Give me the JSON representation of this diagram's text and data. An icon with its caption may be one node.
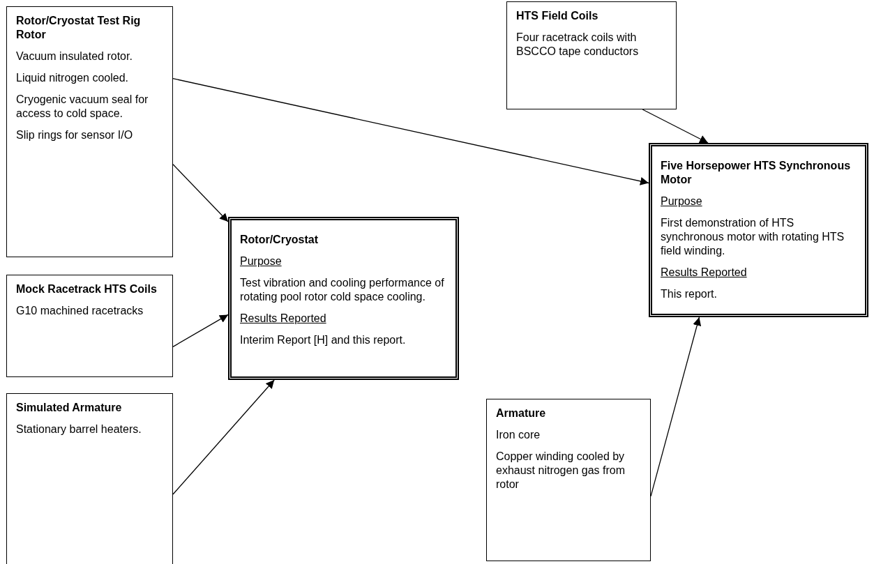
{
  "diagram": {
    "nodes": [
      {
        "text": [
          "Rotor/Cryostat Test Rig Rotor",
          "Vacuum insulated rotor.",
          "Liquid nitrogen cooled.",
          "Cryogenic vacuum seal for access to cold space.",
          "Slip rings for sensor I/O"
        ]
      },
      {
        "text": [
          "HTS Field Coils",
          "Four racetrack coils with BSCCO tape conductors"
        ]
      },
      {
        "text": [
          "Rotor/Cryostat",
          "Purpose",
          "Test vibration and cooling performance of rotating pool rotor cold space cooling.",
          "Results Reported",
          "Interim Report [H] and this report."
        ]
      },
      {
        "text": [
          "Five Horsepower HTS Synchronous Motor",
          "Purpose",
          "First demonstration of HTS synchronous motor with rotating HTS field winding.",
          "Results Reported",
          "This report."
        ]
      },
      {
        "text": [
          "Mock Racetrack HTS Coils",
          "G10 machined racetracks"
        ]
      },
      {
        "text": [
          "Armature",
          "Iron core",
          "Copper winding cooled by exhaust nitrogen gas from rotor"
        ]
      },
      {
        "text": [
          "Simulated Armature",
          "Stationary barrel heaters."
        ]
      }
    ],
    "edges": [
      {
        "from": 0,
        "to": 3,
        "arrow": "to"
      },
      {
        "from": 1,
        "to": 3,
        "arrow": "to"
      },
      {
        "from": 0,
        "to": 2,
        "arrow": "to"
      },
      {
        "from": 4,
        "to": 2,
        "arrow": "to"
      },
      {
        "from": 6,
        "to": 2,
        "arrow": "to"
      },
      {
        "from": 5,
        "to": 3,
        "arrow": "to"
      }
    ]
  }
}
